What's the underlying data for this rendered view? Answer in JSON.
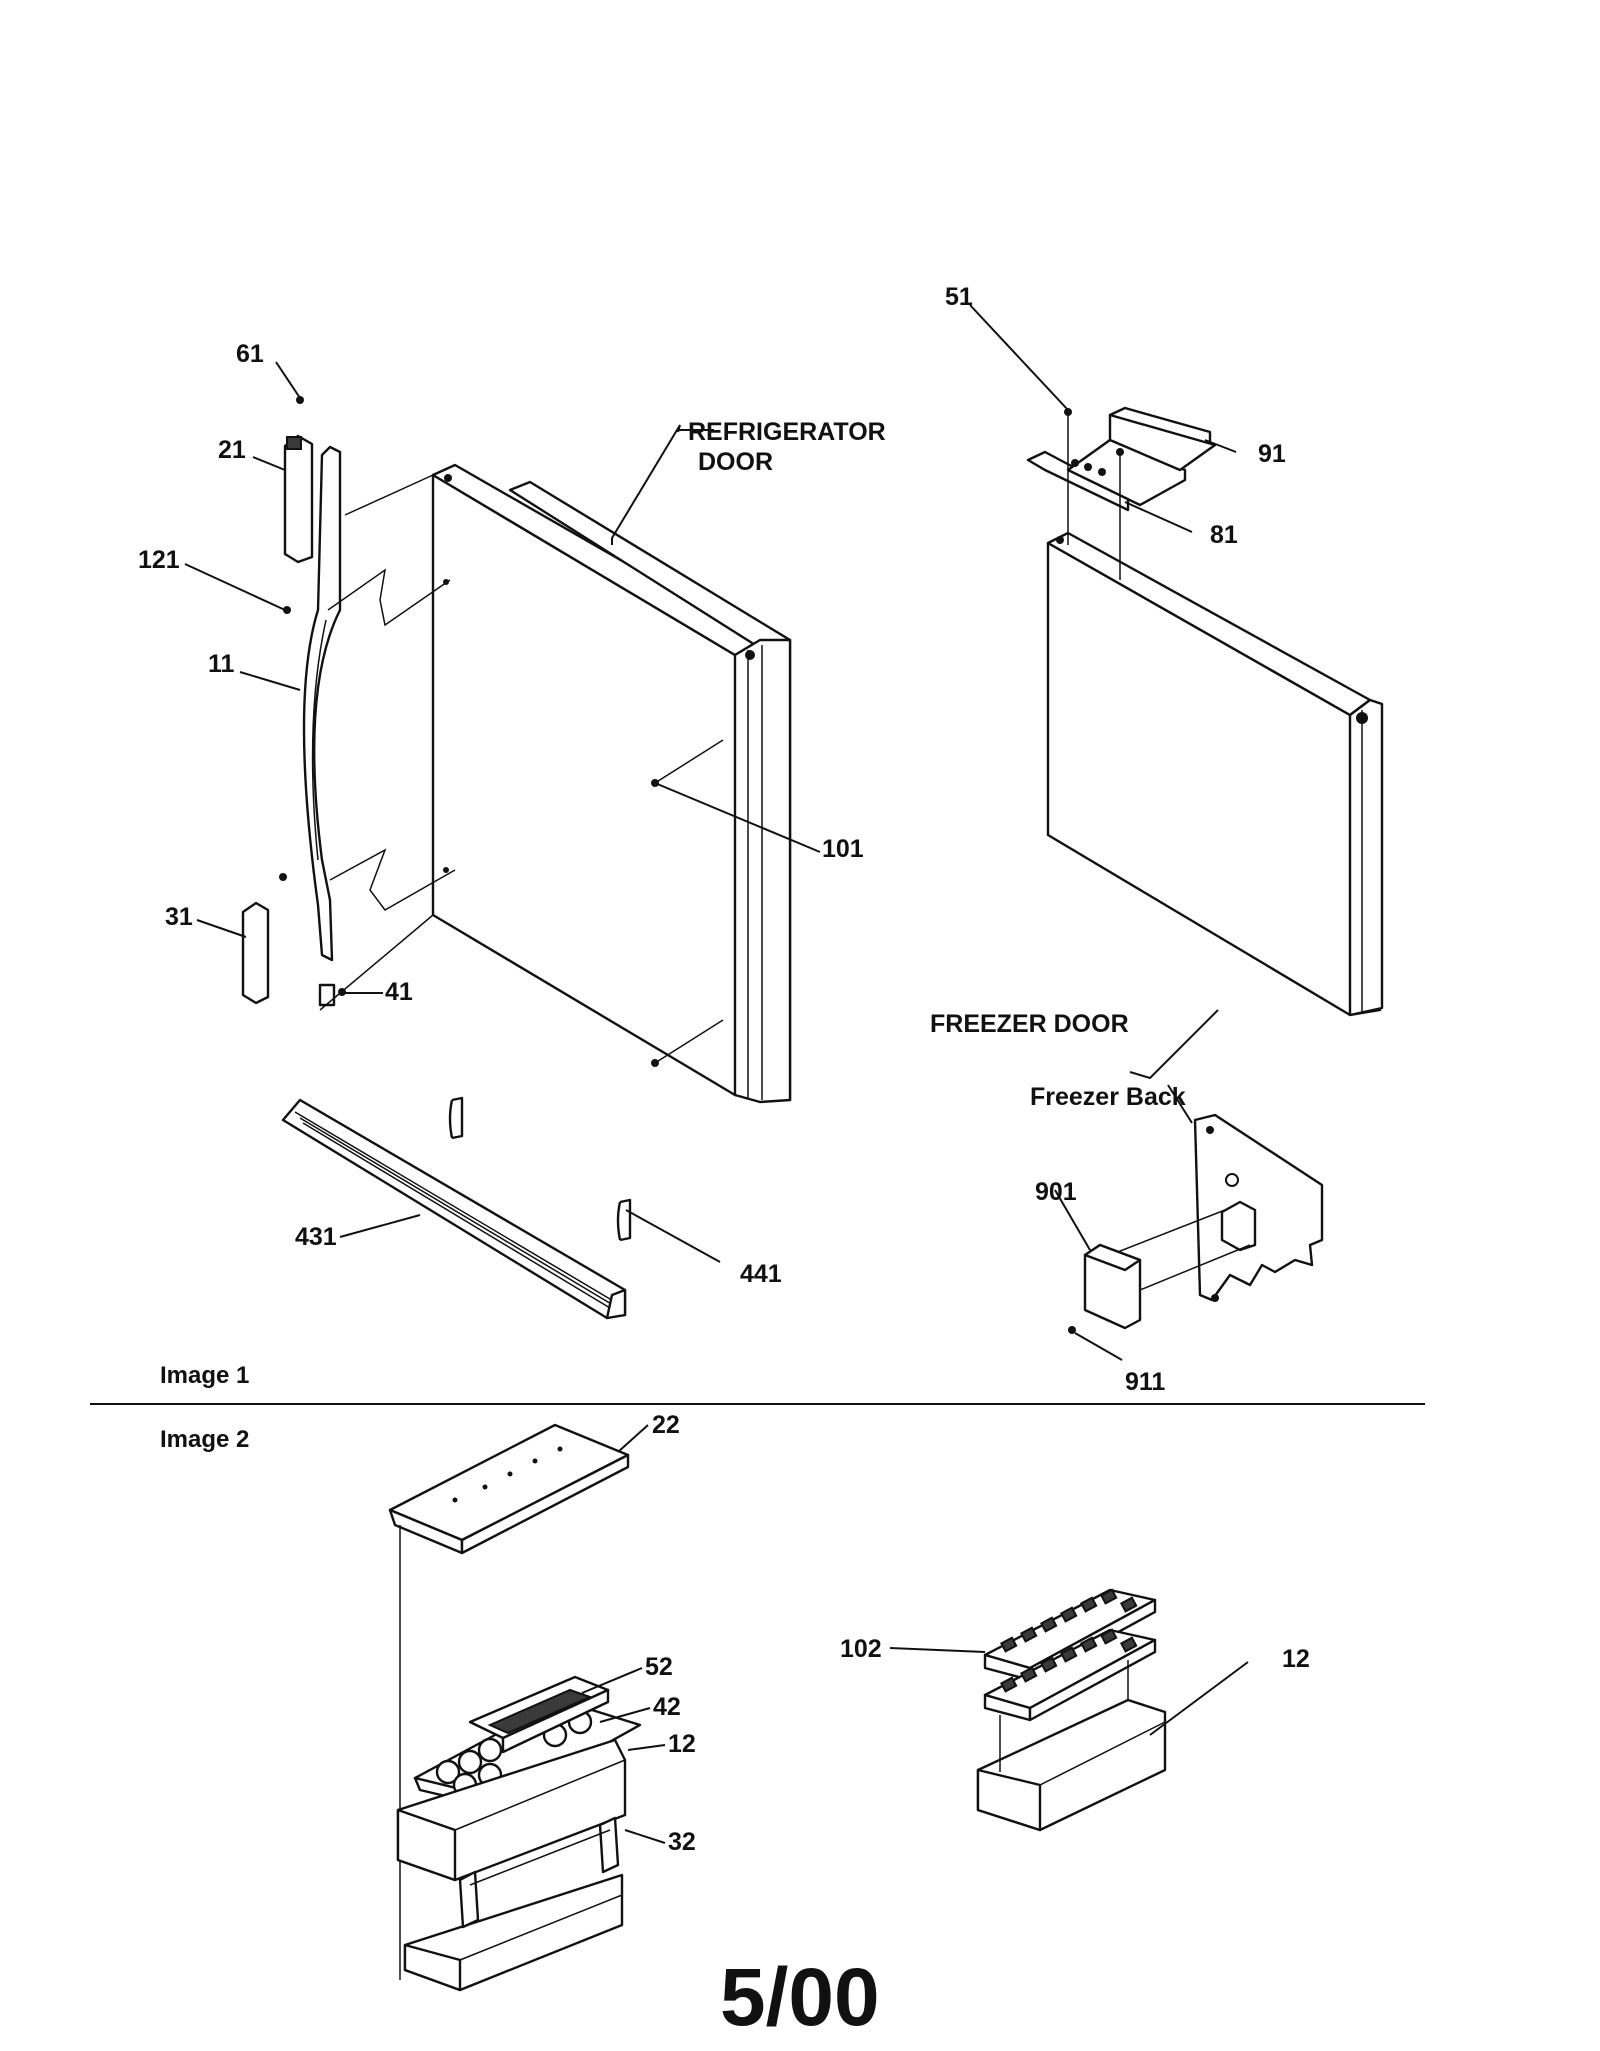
{
  "image_1": {
    "section_label": "Image 1",
    "callouts": {
      "p61": "61",
      "p21": "21",
      "p121": "121",
      "p11": "11",
      "p31": "31",
      "p41": "41",
      "p101": "101",
      "p431": "431",
      "p441": "441",
      "p51": "51",
      "p91": "91",
      "p81": "81",
      "p901": "901",
      "p911": "911"
    },
    "refrigerator_door_line1": "REFRIGERATOR",
    "refrigerator_door_line2": "DOOR",
    "freezer_door": "FREEZER DOOR",
    "freezer_back": "Freezer Back"
  },
  "image_2": {
    "section_label": "Image 2",
    "callouts": {
      "p22": "22",
      "p52": "52",
      "p42": "42",
      "p12_left": "12",
      "p32": "32",
      "p102": "102",
      "p12_right": "12"
    }
  },
  "date_code": "5/00"
}
